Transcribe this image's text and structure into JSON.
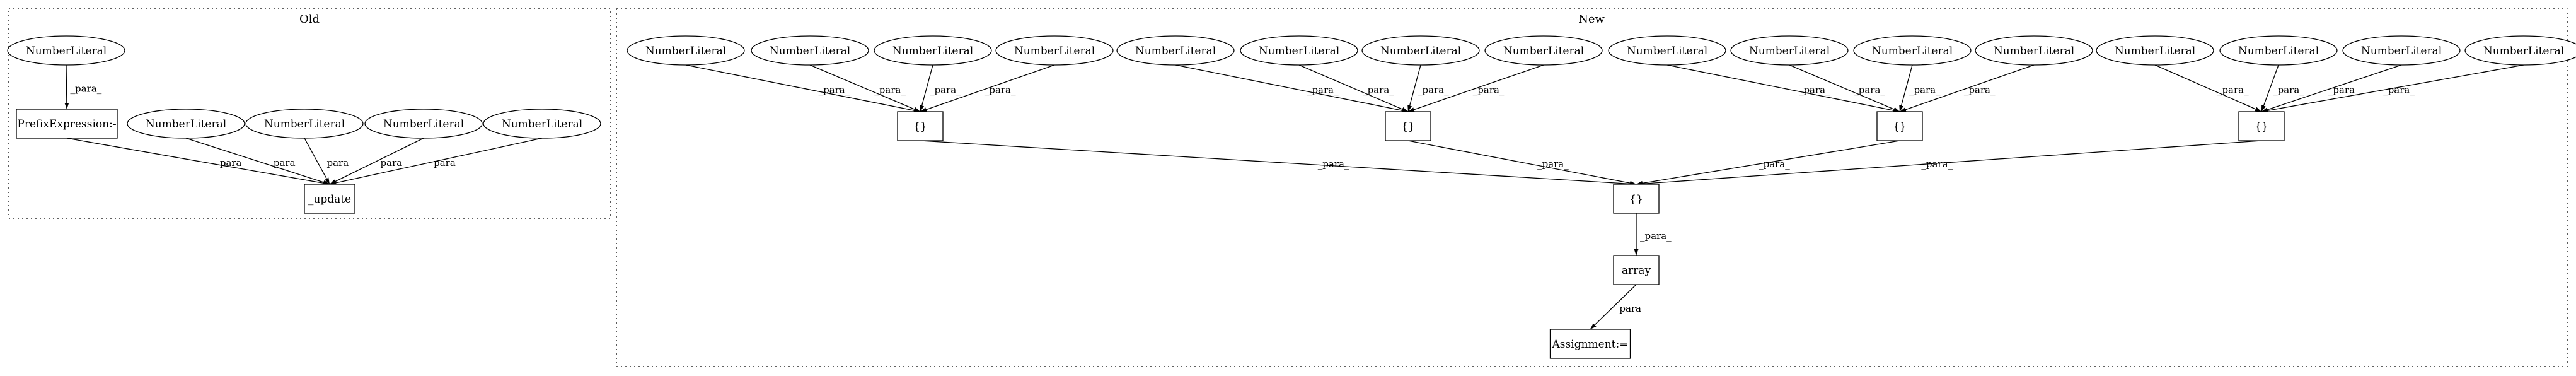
{
  "clusters": {
    "old": {
      "label": "Old"
    },
    "new": {
      "label": "New"
    }
  },
  "edge_label": "_para_",
  "nodes": {
    "o_lit_top": {
      "label": "NumberLiteral",
      "shape": "ellipse"
    },
    "o_prefix": {
      "label": "PrefixExpression:-",
      "shape": "box"
    },
    "o_lit_1": {
      "label": "NumberLiteral",
      "shape": "ellipse"
    },
    "o_lit_2": {
      "label": "NumberLiteral",
      "shape": "ellipse"
    },
    "o_lit_3": {
      "label": "NumberLiteral",
      "shape": "ellipse"
    },
    "o_lit_4": {
      "label": "NumberLiteral",
      "shape": "ellipse"
    },
    "o_update": {
      "label": "_update",
      "shape": "box"
    },
    "n_a1": {
      "label": "NumberLiteral",
      "shape": "ellipse"
    },
    "n_a2": {
      "label": "NumberLiteral",
      "shape": "ellipse"
    },
    "n_a3": {
      "label": "NumberLiteral",
      "shape": "ellipse"
    },
    "n_a4": {
      "label": "NumberLiteral",
      "shape": "ellipse"
    },
    "n_b1": {
      "label": "NumberLiteral",
      "shape": "ellipse"
    },
    "n_b2": {
      "label": "NumberLiteral",
      "shape": "ellipse"
    },
    "n_b3": {
      "label": "NumberLiteral",
      "shape": "ellipse"
    },
    "n_b4": {
      "label": "NumberLiteral",
      "shape": "ellipse"
    },
    "n_c1": {
      "label": "NumberLiteral",
      "shape": "ellipse"
    },
    "n_c2": {
      "label": "NumberLiteral",
      "shape": "ellipse"
    },
    "n_c3": {
      "label": "NumberLiteral",
      "shape": "ellipse"
    },
    "n_c4": {
      "label": "NumberLiteral",
      "shape": "ellipse"
    },
    "n_d1": {
      "label": "NumberLiteral",
      "shape": "ellipse"
    },
    "n_d2": {
      "label": "NumberLiteral",
      "shape": "ellipse"
    },
    "n_d3": {
      "label": "NumberLiteral",
      "shape": "ellipse"
    },
    "n_d4": {
      "label": "NumberLiteral",
      "shape": "ellipse"
    },
    "n_brace_a": {
      "label": "{}",
      "shape": "box"
    },
    "n_brace_b": {
      "label": "{}",
      "shape": "box"
    },
    "n_brace_c": {
      "label": "{}",
      "shape": "box"
    },
    "n_brace_d": {
      "label": "{}",
      "shape": "box"
    },
    "n_brace_main": {
      "label": "{}",
      "shape": "box"
    },
    "n_array": {
      "label": "array",
      "shape": "box"
    },
    "n_assign": {
      "label": "Assignment:=",
      "shape": "box"
    }
  },
  "edges": [
    [
      "o_lit_top",
      "o_prefix"
    ],
    [
      "o_prefix",
      "o_update"
    ],
    [
      "o_lit_1",
      "o_update"
    ],
    [
      "o_lit_2",
      "o_update"
    ],
    [
      "o_lit_3",
      "o_update"
    ],
    [
      "o_lit_4",
      "o_update"
    ],
    [
      "n_a1",
      "n_brace_a"
    ],
    [
      "n_a2",
      "n_brace_a"
    ],
    [
      "n_a3",
      "n_brace_a"
    ],
    [
      "n_a4",
      "n_brace_a"
    ],
    [
      "n_b1",
      "n_brace_b"
    ],
    [
      "n_b2",
      "n_brace_b"
    ],
    [
      "n_b3",
      "n_brace_b"
    ],
    [
      "n_b4",
      "n_brace_b"
    ],
    [
      "n_c1",
      "n_brace_c"
    ],
    [
      "n_c2",
      "n_brace_c"
    ],
    [
      "n_c3",
      "n_brace_c"
    ],
    [
      "n_c4",
      "n_brace_c"
    ],
    [
      "n_d1",
      "n_brace_d"
    ],
    [
      "n_d2",
      "n_brace_d"
    ],
    [
      "n_d3",
      "n_brace_d"
    ],
    [
      "n_d4",
      "n_brace_d"
    ],
    [
      "n_brace_a",
      "n_brace_main"
    ],
    [
      "n_brace_b",
      "n_brace_main"
    ],
    [
      "n_brace_c",
      "n_brace_main"
    ],
    [
      "n_brace_d",
      "n_brace_main"
    ],
    [
      "n_brace_main",
      "n_array"
    ],
    [
      "n_array",
      "n_assign"
    ]
  ]
}
